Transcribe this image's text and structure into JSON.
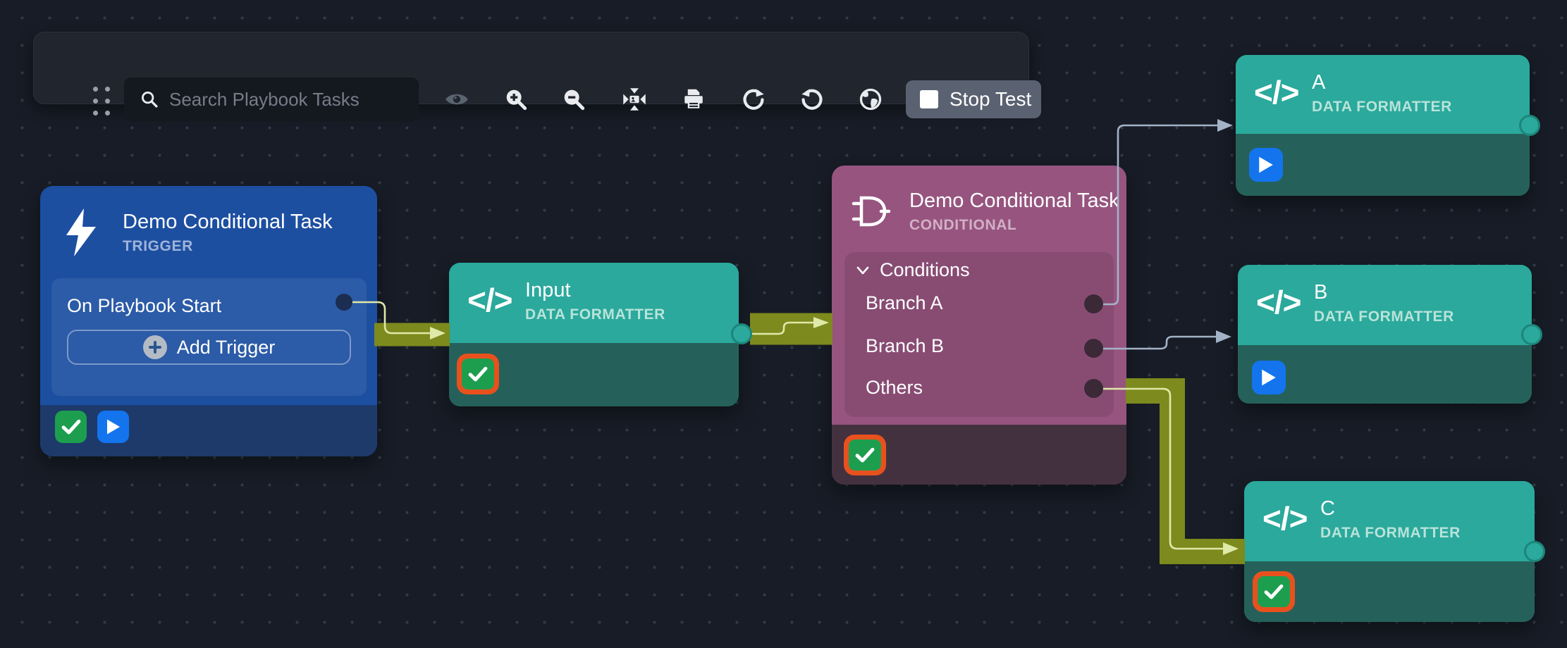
{
  "toolbar": {
    "search": {
      "placeholder": "Search Playbook Tasks"
    },
    "stop_test_label": "Stop Test",
    "icon_names": [
      "drag-handle",
      "search",
      "visibility",
      "zoom-in",
      "zoom-out",
      "fit-view",
      "print",
      "redo",
      "undo",
      "globe"
    ]
  },
  "nodes": {
    "trigger": {
      "title": "Demo Conditional Task",
      "type": "TRIGGER",
      "row": "On Playbook Start",
      "add_trigger": "Add Trigger"
    },
    "input": {
      "title": "Input",
      "type": "DATA FORMATTER"
    },
    "conditional": {
      "title": "Demo Conditional Task",
      "type": "CONDITIONAL",
      "section": "Conditions",
      "branches": [
        "Branch A",
        "Branch B",
        "Others"
      ]
    },
    "a": {
      "title": "A",
      "type": "DATA FORMATTER"
    },
    "b": {
      "title": "B",
      "type": "DATA FORMATTER"
    },
    "c": {
      "title": "C",
      "type": "DATA FORMATTER"
    }
  },
  "colors": {
    "canvas_bg": "#171c26",
    "trigger_blue": "#1d4fa1",
    "trigger_footer": "#1d3a6a",
    "teal_header": "#2aa99c",
    "teal_body": "#25615a",
    "purple_header": "#96547f",
    "purple_footer": "#443140",
    "edge_highlight": "#7d8a1d",
    "edge_line_pale": "#dfe9a8",
    "edge_line_gray": "#a3b2c6",
    "success_green": "#1d9e4f",
    "selected_ring_orange": "#e8511e",
    "run_blue": "#1374ee"
  }
}
